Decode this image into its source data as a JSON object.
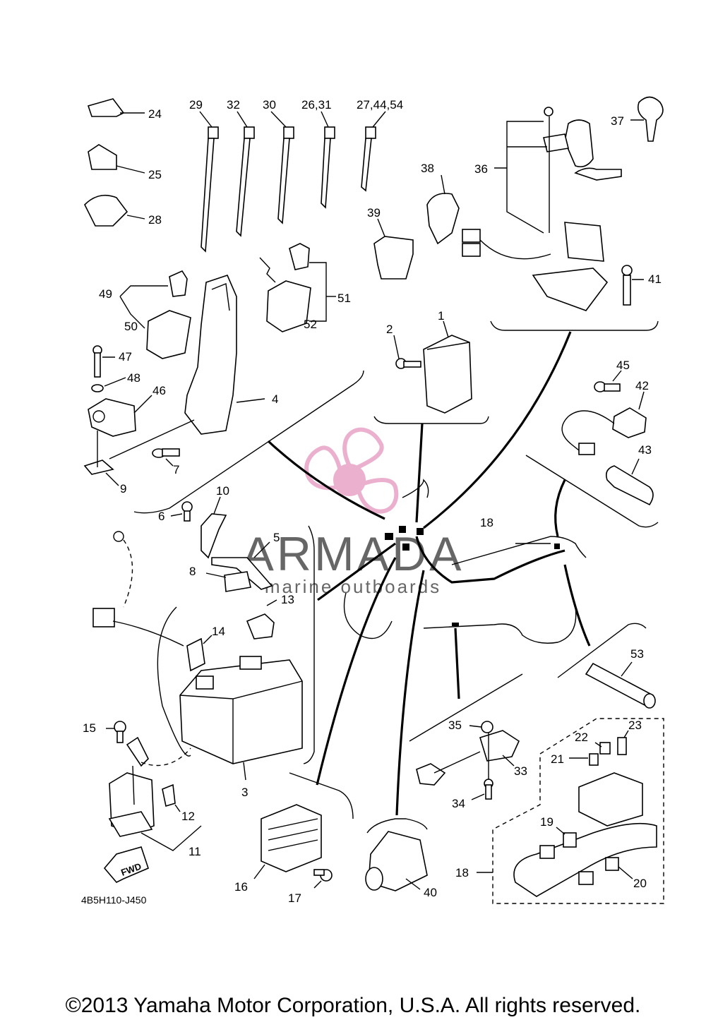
{
  "diagram_code": "4B5H110-J450",
  "copyright": "©2013 Yamaha Motor Corporation, U.S.A. All rights reserved.",
  "watermark": {
    "brand": "ARMADA",
    "tagline": "marine outboards",
    "color": "#e8a3c6"
  },
  "callouts": {
    "c1": "1",
    "c2": "2",
    "c3": "3",
    "c4": "4",
    "c5": "5",
    "c6": "6",
    "c7": "7",
    "c8": "8",
    "c9": "9",
    "c10": "10",
    "c11": "11",
    "c12": "12",
    "c13": "13",
    "c14": "14",
    "c15": "15",
    "c16": "16",
    "c17": "17",
    "c18a": "18",
    "c18b": "18",
    "c19": "19",
    "c20": "20",
    "c21": "21",
    "c22": "22",
    "c23": "23",
    "c24": "24",
    "c25": "25",
    "c28": "28",
    "c29": "29",
    "c30": "30",
    "c26_31": "26,31",
    "c32": "32",
    "c27_44_54": "27,44,54",
    "c33": "33",
    "c34": "34",
    "c35": "35",
    "c36": "36",
    "c37": "37",
    "c38": "38",
    "c39": "39",
    "c40": "40",
    "c41": "41",
    "c42": "42",
    "c43": "43",
    "c45": "45",
    "c46": "46",
    "c47": "47",
    "c48": "48",
    "c49": "49",
    "c50": "50",
    "c51": "51",
    "c52": "52",
    "c53": "53"
  },
  "fwd_label": "FWD"
}
